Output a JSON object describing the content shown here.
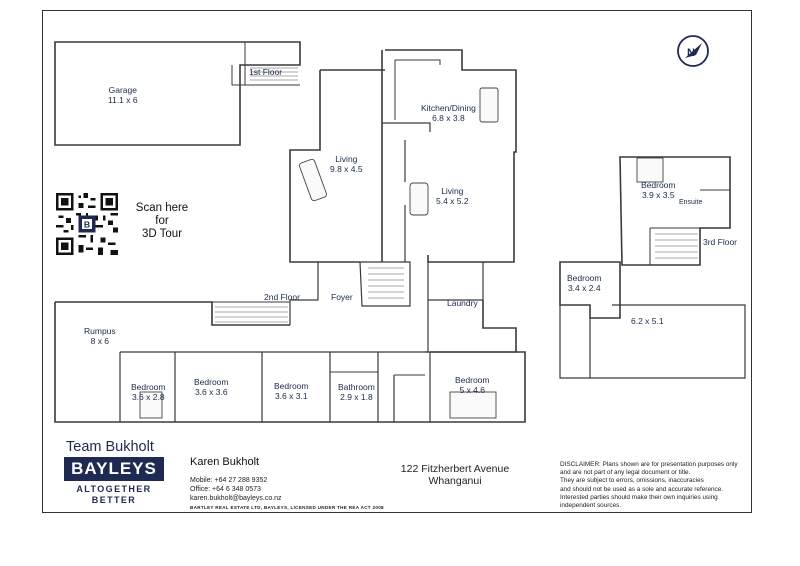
{
  "rooms": [
    {
      "id": "garage",
      "name": "Garage",
      "dims": "11.1 x 6"
    },
    {
      "id": "kitchen",
      "name": "Kitchen/Dining",
      "dims": "6.8 x 3.8"
    },
    {
      "id": "living1",
      "name": "Living",
      "dims": "9.8 x 4.5"
    },
    {
      "id": "living2",
      "name": "Living",
      "dims": "5.4 x 5.2"
    },
    {
      "id": "rumpus",
      "name": "Rumpus",
      "dims": "8 x 6"
    },
    {
      "id": "bedroom1",
      "name": "Bedroom",
      "dims": "3.6 x 2.8"
    },
    {
      "id": "bedroom2",
      "name": "Bedroom",
      "dims": "3.6 x 3.6"
    },
    {
      "id": "bedroom3",
      "name": "Bedroom",
      "dims": "3.6 x 3.1"
    },
    {
      "id": "bathroom",
      "name": "Bathroom",
      "dims": "2.9 x 1.8"
    },
    {
      "id": "bedroom4",
      "name": "Bedroom",
      "dims": "5 x 4.6"
    },
    {
      "id": "bedroom5",
      "name": "Bedroom",
      "dims": "3.9 x 3.5"
    },
    {
      "id": "bedroom6",
      "name": "Bedroom",
      "dims": "3.4 x 2.4"
    },
    {
      "id": "room7",
      "name": "",
      "dims": "6.2 x 5.1"
    }
  ],
  "labels": {
    "first_floor": "1st Floor",
    "second_floor": "2nd Floor",
    "third_floor": "3rd Floor",
    "foyer": "Foyer",
    "laundry": "Laundry",
    "ensuite": "Ensuite"
  },
  "qr": {
    "lines": [
      "Scan here",
      "for",
      "3D Tour"
    ]
  },
  "branding": {
    "team": "Team Bukholt",
    "logo": "BAYLEYS",
    "tagline_1": "ALTOGETHER",
    "tagline_2": "BETTER",
    "color": "#1f2a52"
  },
  "agent": {
    "name": "Karen Bukholt",
    "mobile": "Mobile: +64 27 288 9352",
    "office": "Office: +64 6 348 0573",
    "email": "karen.bukholt@bayleys.co.nz",
    "licence": "BARTLEY REAL ESTATE LTD, BAYLEYS, LICENSED UNDER THE REA ACT 2008"
  },
  "address": {
    "line1": "122 Fitzherbert Avenue",
    "line2": "Whanganui"
  },
  "disclaimer": [
    "DISCLAIMER: Plans shown are for presentation purposes only",
    "and are not part of any legal document or title.",
    "They are subject to errors, omissions, inaccuracies",
    "and should not be used as a sole and accurate reference.",
    "Interested parties should make their own inquiries using",
    "independent sources."
  ],
  "compass_icon": "north-arrow-icon"
}
